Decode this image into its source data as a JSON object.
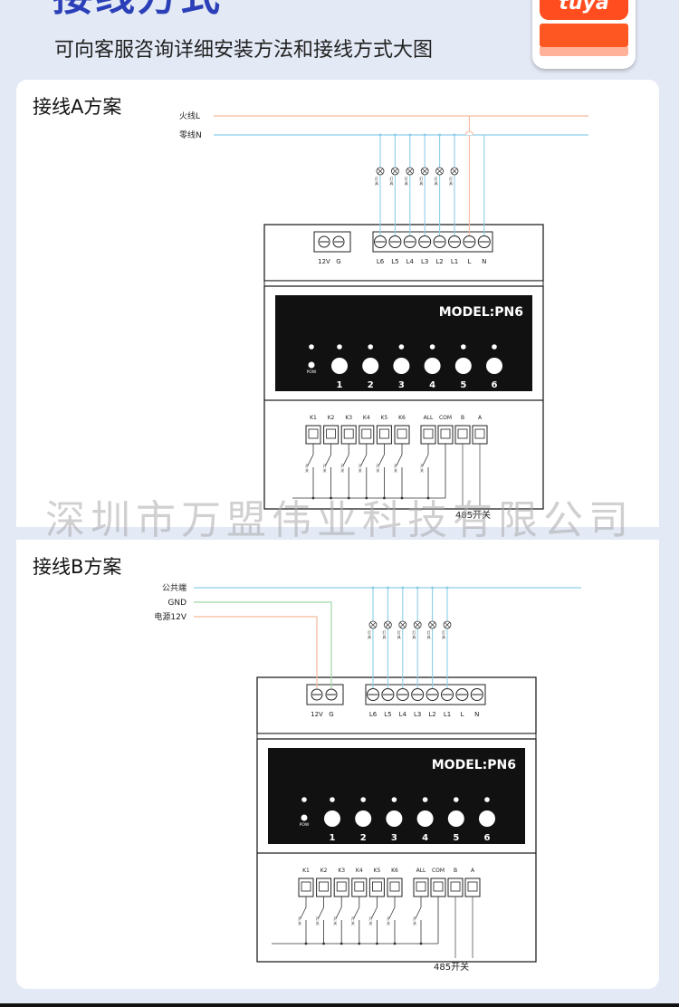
{
  "header": {
    "title": "接线方式",
    "subtitle": "可向客服咨询详细安装方法和接线方式大图",
    "logo_text": "tuya"
  },
  "watermark": "深圳市万盟伟业科技有限公司",
  "colors": {
    "title_blue": "#2a3fb8",
    "wire_live": "#f4b99a",
    "wire_neutral": "#8dcde9",
    "wire_gnd": "#9fd6a5",
    "brand_orange": "#ff5722"
  },
  "scheme_a": {
    "title": "接线A方案",
    "wire_labels": [
      "火线L",
      "零线N"
    ],
    "lamp_label": [
      "灯",
      "具"
    ],
    "switch_label": [
      "开",
      "关"
    ],
    "bus_label": "485开关"
  },
  "scheme_b": {
    "title": "接线B方案",
    "wire_labels": [
      "公共端",
      "GND",
      "电源12V"
    ],
    "lamp_label": [
      "灯",
      "具"
    ],
    "switch_label": [
      "开",
      "关"
    ],
    "bus_label": "485开关"
  },
  "device": {
    "model": "MODEL:PN6",
    "pow_label": "POW",
    "buttons": [
      "1",
      "2",
      "3",
      "4",
      "5",
      "6"
    ],
    "power_terminals": [
      "12V",
      "G"
    ],
    "output_terminals": [
      "L6",
      "L5",
      "L4",
      "L3",
      "L2",
      "L1",
      "L",
      "N"
    ],
    "input_terminals": [
      "K1",
      "K2",
      "K3",
      "K4",
      "K5",
      "K6",
      "ALL",
      "COM",
      "B",
      "A"
    ]
  }
}
